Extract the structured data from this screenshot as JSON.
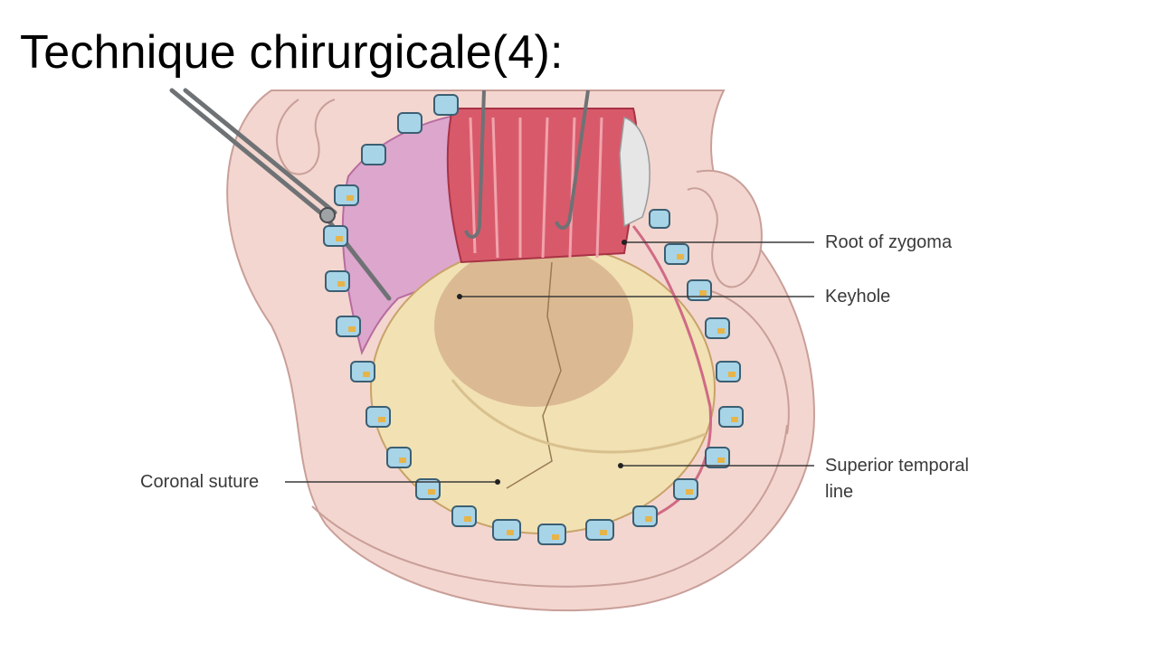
{
  "slide": {
    "title": "Technique chirurgicale(4):"
  },
  "illustration": {
    "labels": {
      "root_of_zygoma": "Root of zygoma",
      "keyhole": "Keyhole",
      "coronal_suture": "Coronal suture",
      "superior_temporal_line_1": "Superior temporal",
      "superior_temporal_line_2": "line"
    },
    "colors": {
      "skin": "#f3d6cf",
      "skin_outline": "#c99f99",
      "bone": "#f1e1b3",
      "dura_shadow": "#c89a78",
      "muscle": "#d85a6a",
      "flap": "#dca6cd",
      "clip": "#a8d4e8",
      "clip_outline": "#3b5f73",
      "clip_gold": "#e7b449",
      "instrument": "#6f7275"
    }
  }
}
